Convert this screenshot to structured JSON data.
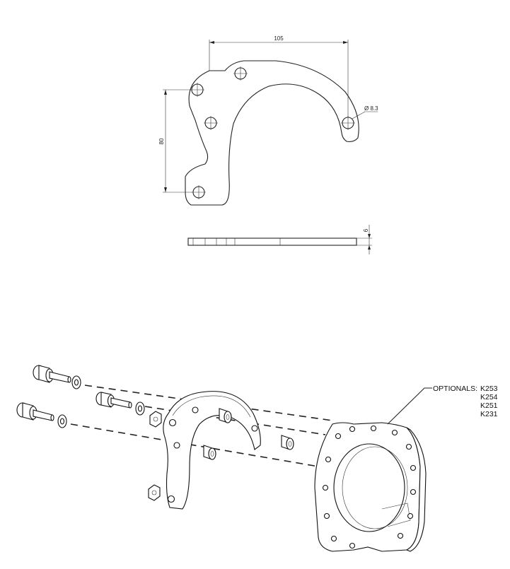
{
  "dimensions": {
    "width": "105",
    "height": "80",
    "hole_diameter": "Ø 8.3",
    "thickness": "6"
  },
  "callout": {
    "label": "OPTIONALS:",
    "codes": [
      "K253",
      "K254",
      "K251",
      "K231"
    ]
  }
}
